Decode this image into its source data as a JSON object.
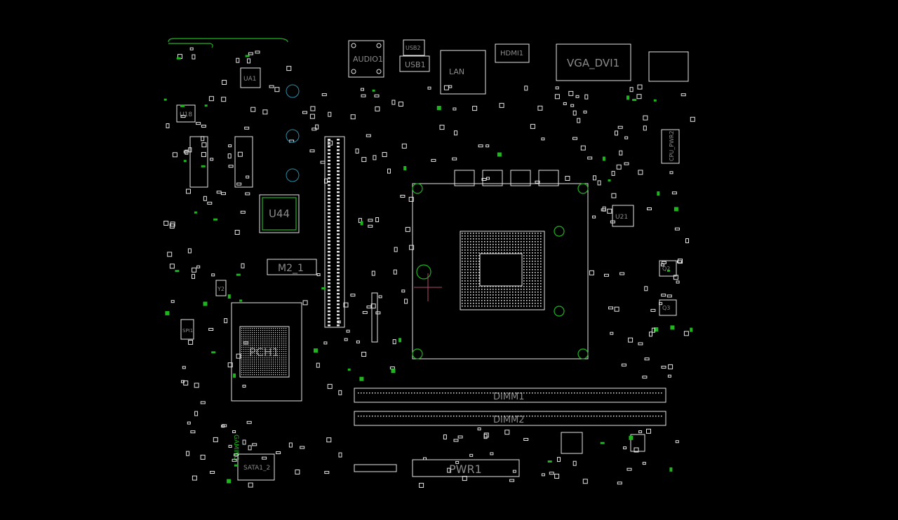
{
  "board": {
    "background": "#000000",
    "outline_color": "#e6e6e6",
    "copper_color": "#1fb51f",
    "via_color": "#2a8fa8",
    "crosshair_color": "#b04a6a"
  },
  "labels": {
    "audio": "AUDIO1",
    "usb_top": "USB2",
    "usb1": "USB1",
    "lan": "LAN",
    "hdmi": "HDMI1",
    "vga_dvi": "VGA_DVI1",
    "ua1": "UA1",
    "u18": "U18",
    "u44": "U44",
    "m2": "M2_1",
    "pch": "PCH1",
    "u21": "U21",
    "dimm1": "DIMM1",
    "dimm2": "DIMM2",
    "pwr": "PWR1",
    "sata": "SATA1_2",
    "gaming": "GAMING",
    "cpu_pwr": "CPU_PWR2",
    "spi": "SPI1",
    "y2": "Y2",
    "q2": "Q2",
    "q3": "Q3"
  }
}
